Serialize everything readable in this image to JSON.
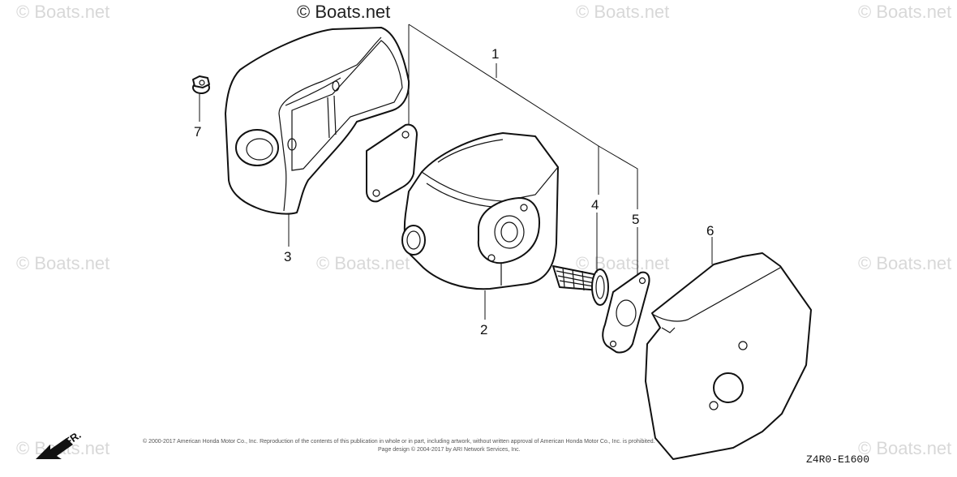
{
  "watermarks": [
    {
      "text": "© Boats.net"
    },
    {
      "text": "© Boats.net"
    },
    {
      "text": "© Boats.net"
    },
    {
      "text": "© Boats.net"
    },
    {
      "text": "© Boats.net"
    },
    {
      "text": "© Boats.net"
    },
    {
      "text": "© Boats.net"
    },
    {
      "text": "© Boats.net"
    },
    {
      "text": "© Boats.net"
    }
  ],
  "header_watermark": "© Boats.net",
  "callouts": {
    "c1": "1",
    "c2": "2",
    "c3": "3",
    "c4": "4",
    "c5": "5",
    "c6": "6",
    "c7": "7"
  },
  "diagram_code": "Z4R0-E1600",
  "direction_label": "FR.",
  "copyright_line1": "© 2000-2017 American Honda Motor Co., Inc. Reproduction of the contents of this publication in whole or in part, including artwork, without written approval of American Honda Motor Co., Inc. is prohibited.",
  "copyright_line2": "Page design © 2004-2017 by ARI Network Services, Inc."
}
